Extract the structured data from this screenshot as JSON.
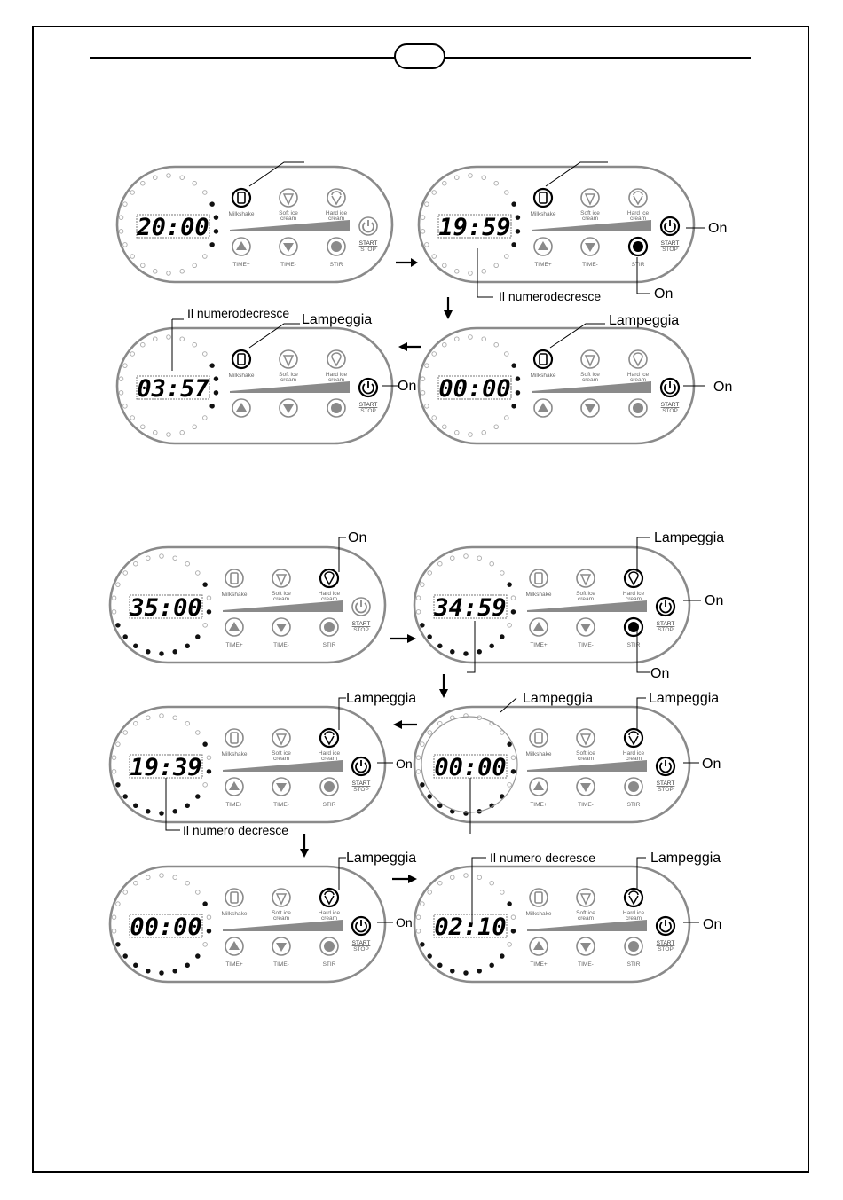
{
  "labels": {
    "milkshake": "Milkshake",
    "soft_ice_cream_1": "Soft ice",
    "soft_ice_cream_2": "cream",
    "hard_ice_cream_1": "Hard ice",
    "hard_ice_cream_2": "cream",
    "time_up": "TIME+",
    "time_down": "TIME-",
    "stir": "STIR",
    "start": "START",
    "stop": "STOP"
  },
  "panels": [
    {
      "display": "20:00"
    },
    {
      "display": "19:59"
    },
    {
      "display": "03:57"
    },
    {
      "display": "00:00"
    },
    {
      "display": "35:00"
    },
    {
      "display": "34:59"
    },
    {
      "display": "19:39"
    },
    {
      "display": "00:00"
    },
    {
      "display": "00:00"
    },
    {
      "display": "02:10"
    }
  ],
  "annotations": {
    "p2_on": "On",
    "p2_stir_on": "On",
    "p2_decrease": "Il numerodecresce",
    "p3_decrease": "Il numerodecresce",
    "p3_blink": "Lampeggia",
    "p3_on": "On",
    "p4_blink": "Lampeggia",
    "p4_on": "On",
    "p5_on": "On",
    "p6_blink": "Lampeggia",
    "p6_on": "On",
    "p6_stir_on": "On",
    "p7_blink": "Lampeggia",
    "p7_on": "On",
    "p7_decrease": "Il numero decresce",
    "p8_ring_blink": "Lampeggia",
    "p8_blink": "Lampeggia",
    "p8_on": "On",
    "p9_blink": "Lampeggia",
    "p9_on": "On",
    "p10_decrease": "Il numero decresce",
    "p10_blink": "Lampeggia",
    "p10_on": "On"
  },
  "colors": {
    "panel_border": "#8a8a8a",
    "button_active": "#000000",
    "button_inactive": "#8a8a8a",
    "dot_gray": "#aaaaaa"
  },
  "icons": [
    "milkshake-icon",
    "soft-ice-cream-icon",
    "hard-ice-cream-icon",
    "time-up-icon",
    "time-down-icon",
    "stir-icon",
    "power-icon"
  ]
}
